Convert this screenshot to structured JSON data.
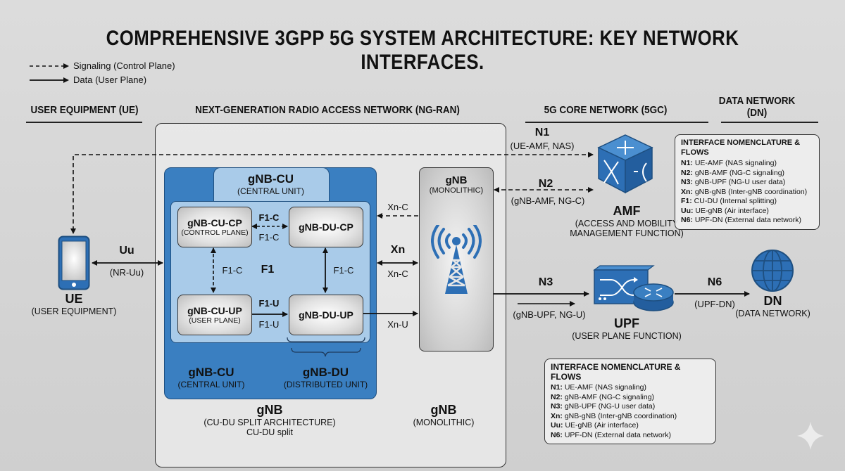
{
  "title": "COMPREHENSIVE 3GPP 5G SYSTEM ARCHITECTURE: KEY NETWORK INTERFACES.",
  "legend": {
    "signaling": "Signaling (Control Plane)",
    "data": "Data (User Plane)"
  },
  "sections": {
    "ue": "USER EQUIPMENT (UE)",
    "ngran": "NEXT-GENERATION RADIO ACCESS NETWORK (NG-RAN)",
    "core": "5G CORE NETWORK (5GC)",
    "dn_line1": "DATA NETWORK",
    "dn_line2": "(DN)"
  },
  "ue": {
    "icon": "smartphone-icon",
    "name": "UE",
    "sub": "(USER EQUIPMENT)",
    "uu": "Uu",
    "uu_sub": "(NR-Uu)"
  },
  "cu_split": {
    "top_name": "gNB-CU",
    "top_sub": "(CENTRAL UNIT)",
    "cu_cp": {
      "name": "gNB-CU-CP",
      "sub": "(CONTROL PLANE)"
    },
    "du_cp": {
      "name": "gNB-DU-CP"
    },
    "cu_up": {
      "name": "gNB-CU-UP",
      "sub": "(USER PLANE)"
    },
    "du_up": {
      "name": "gNB-DU-UP"
    },
    "f1c_top": "F1-C",
    "f1c_bottom": "F1-C",
    "f1c_left": "F1-C",
    "f1c_right": "F1-C",
    "f1": "F1",
    "f1u_top": "F1-U",
    "f1u_bottom": "F1-U",
    "bottom_cu_name": "gNB-CU",
    "bottom_cu_sub": "(CENTRAL UNIT)",
    "bottom_du_name": "gNB-DU",
    "bottom_du_sub": "(DISTRIBUTED UNIT)",
    "gnb_name": "gNB",
    "gnb_sub": "(CU-DU SPLIT ARCHITECTURE)",
    "gnb_note": "CU-DU split"
  },
  "xn": {
    "xnc_top": "Xn-C",
    "xn": "Xn",
    "xnc_mid": "Xn-C",
    "xnu": "Xn-U"
  },
  "mono": {
    "name": "gNB",
    "sub": "(MONOLITHIC)",
    "icon": "cell-tower-icon",
    "bottom_name": "gNB",
    "bottom_sub": "(MONOLITHIC)"
  },
  "amf": {
    "icon": "amf-cube-icon",
    "name": "AMF",
    "sub1": "(ACCESS AND MOBILITY",
    "sub2": "MANAGEMENT FUNCTION)",
    "n1": "N1",
    "n1_sub": "(UE-AMF, NAS)",
    "n2": "N2",
    "n2_sub": "(gNB-AMF, NG-C)"
  },
  "upf": {
    "icon": "upf-router-icon",
    "name": "UPF",
    "sub": "(USER PLANE FUNCTION)",
    "n3": "N3",
    "n3_sub": "(gNB-UPF, NG-U)",
    "n6": "N6",
    "n6_sub": "(UPF-DN)"
  },
  "dn": {
    "icon": "globe-icon",
    "name": "DN",
    "sub": "(DATA NETWORK)"
  },
  "info_top": {
    "heading": "INTERFACE NOMENCLATURE & FLOWS",
    "rows": [
      {
        "k": "N1:",
        "v": "UE-AMF (NAS signaling)"
      },
      {
        "k": "N2:",
        "v": "gNB-AMF (NG-C signaling)"
      },
      {
        "k": "N3:",
        "v": "gNB-UPF (NG-U user data)"
      },
      {
        "k": "Xn:",
        "v": "gNB-gNB (Inter-gNB coordination)"
      },
      {
        "k": "F1:",
        "v": "CU-DU (Internal splitting)"
      },
      {
        "k": "Uu:",
        "v": "UE-gNB (Air interface)"
      },
      {
        "k": "N6:",
        "v": "UPF-DN (External data network)"
      }
    ]
  },
  "info_bottom": {
    "heading": "INTERFACE NOMENCLATURE & FLOWS",
    "rows": [
      {
        "k": "N1:",
        "v": "UE-AMF (NAS signaling)"
      },
      {
        "k": "N2:",
        "v": "gNB-AMF (NG-C signaling)"
      },
      {
        "k": "N3:",
        "v": "gNB-UPF (NG-U user data)"
      },
      {
        "k": "Xn:",
        "v": "gNB-gNB (Inter-gNB coordination)"
      },
      {
        "k": "Uu:",
        "v": "UE-gNB (Air interface)"
      },
      {
        "k": "N6:",
        "v": "UPF-DN (External data network)"
      }
    ]
  },
  "watermark": {
    "icon": "sparkle-icon"
  },
  "colors": {
    "accent_blue": "#3a7fc1",
    "light_blue": "#a9cbe9",
    "dark_blue": "#1e4f80",
    "icon_blue": "#2d6fb5"
  }
}
